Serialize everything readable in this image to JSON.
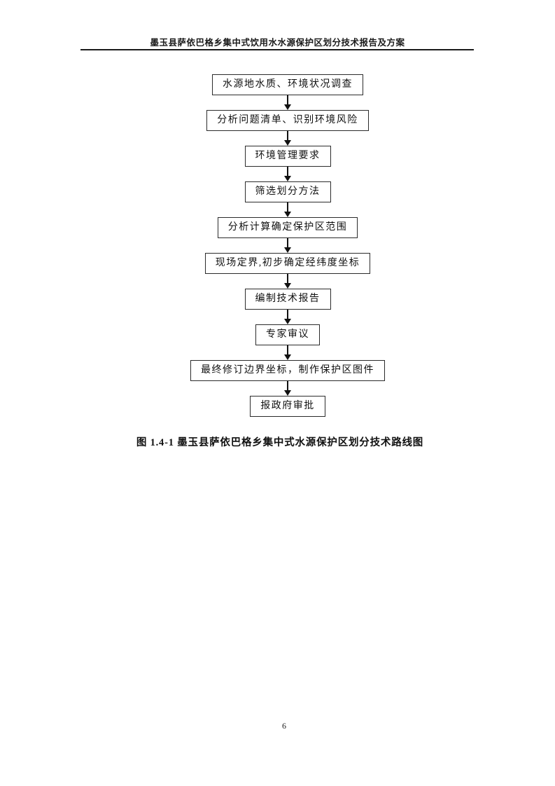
{
  "page": {
    "header_title": "墨玉县萨依巴格乡集中式饮用水水源保护区划分技术报告及方案",
    "page_number": "6"
  },
  "flowchart": {
    "steps": [
      {
        "label": "水源地水质、环境状况调查"
      },
      {
        "label": "分析问题清单、识别环境风险"
      },
      {
        "label": "环境管理要求"
      },
      {
        "label": "筛选划分方法"
      },
      {
        "label": "分析计算确定保护区范围"
      },
      {
        "label": "现场定界,初步确定经纬度坐标"
      },
      {
        "label": "编制技术报告"
      },
      {
        "label": "专家审议"
      },
      {
        "label": "最终修订边界坐标，制作保护区图件"
      },
      {
        "label": "报政府审批"
      }
    ],
    "caption": "图 1.4-1 墨玉县萨依巴格乡集中式水源保护区划分技术路线图"
  }
}
